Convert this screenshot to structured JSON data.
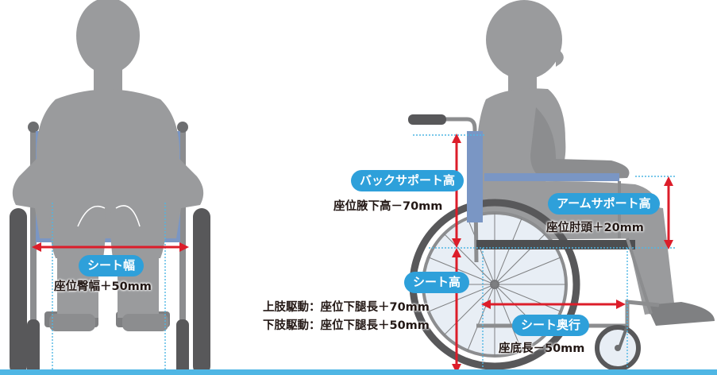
{
  "colors": {
    "figure": "#9a9b9d",
    "figure_dark": "#7f8082",
    "wheel": "#58585a",
    "frame": "#6d6e70",
    "seat": "#7a96c4",
    "arrow": "#dc1d2a",
    "guide": "#4fb6e4",
    "pill": "#2ea0da",
    "floor": "#4fb6e4"
  },
  "front_view": {
    "seat_width": {
      "label": "シート幅",
      "formula": "座位臀幅＋50mm"
    }
  },
  "side_view": {
    "back_support_height": {
      "label": "バックサポート高",
      "formula": "座位腋下高－70mm"
    },
    "arm_support_height": {
      "label": "アームサポート高",
      "formula": "座位肘頭＋20mm"
    },
    "seat_height": {
      "label": "シート高",
      "formula_upper_limb": "上肢駆動：座位下腿長＋70mm",
      "formula_lower_limb": "下肢駆動：座位下腿長＋50mm"
    },
    "seat_depth": {
      "label": "シート奥行",
      "formula": "座底長－50mm"
    }
  }
}
